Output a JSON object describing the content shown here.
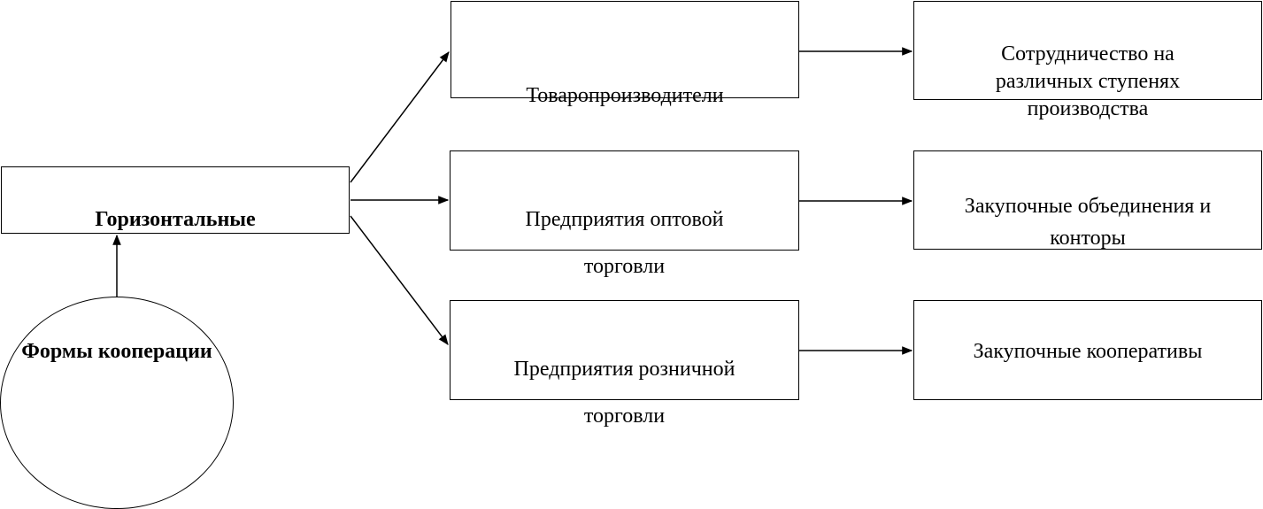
{
  "diagram": {
    "root": {
      "label": "Формы кооперации"
    },
    "category": {
      "label": "Горизонтальные"
    },
    "rows": [
      {
        "participant": {
          "label": "Товаропроизводители"
        },
        "form": {
          "label": "Сотрудничество на\nразличных ступенях\nпроизводства"
        }
      },
      {
        "participant": {
          "label": "Предприятия оптовой\nторговли"
        },
        "form": {
          "label": "Закупочные объединения и\nконторы"
        }
      },
      {
        "participant": {
          "label": "Предприятия розничной\nторговли"
        },
        "form": {
          "label": "Закупочные кооперативы"
        }
      }
    ]
  }
}
